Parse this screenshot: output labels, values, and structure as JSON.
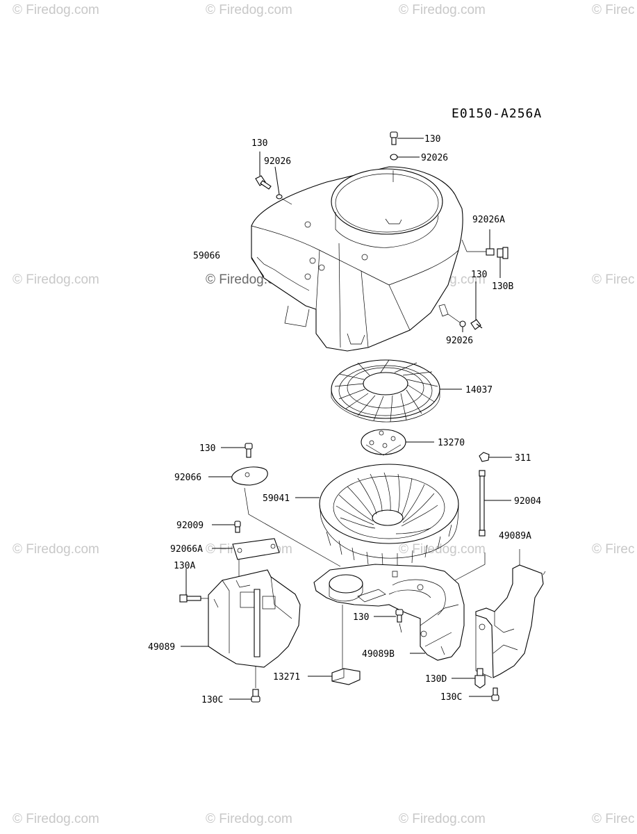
{
  "diagram_code": "E0150-A256A",
  "watermark": "© Firedog.com",
  "watermark_short": "© Firec",
  "parts": {
    "p130_top": "130",
    "p92026_top": "92026",
    "p130_left": "130",
    "p92026_left": "92026",
    "p59066": "59066",
    "p92026A": "92026A",
    "p130_right": "130",
    "p130B": "130B",
    "p92026_right": "92026",
    "p14037": "14037",
    "p13270": "13270",
    "p130_mid": "130",
    "p311": "311",
    "p92066": "92066",
    "p59041": "59041",
    "p92004": "92004",
    "p92009": "92009",
    "p49089A": "49089A",
    "p92066A": "92066A",
    "p130A": "130A",
    "p130_lower": "130",
    "p49089": "49089",
    "p49089B": "49089B",
    "p13271": "13271",
    "p130D": "130D",
    "p130C_left": "130C",
    "p130C_right": "130C"
  }
}
